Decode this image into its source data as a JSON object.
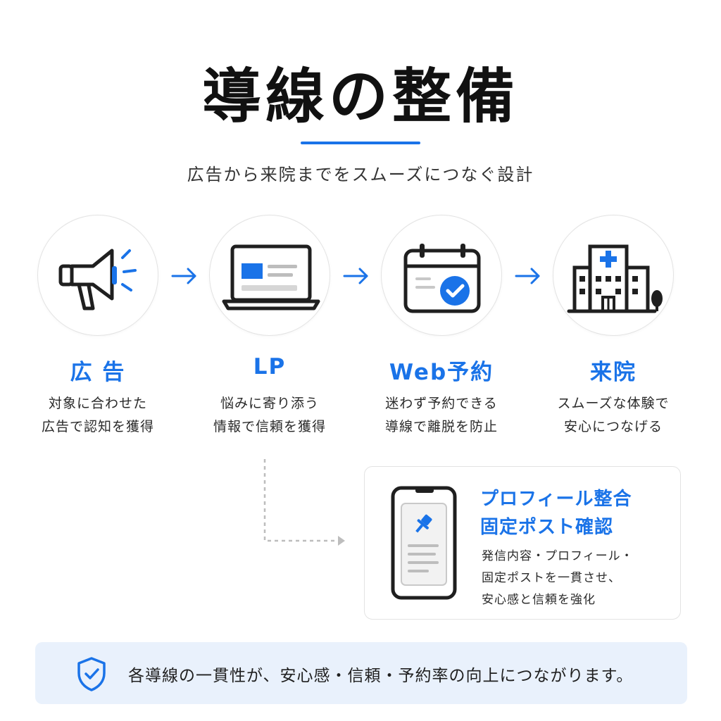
{
  "header": {
    "title": "導線の整備",
    "subtitle": "広告から来院までをスムーズにつなぐ設計"
  },
  "steps": [
    {
      "icon": "megaphone-icon",
      "title": "広 告",
      "desc_line1": "対象に合わせた",
      "desc_line2": "広告で認知を獲得"
    },
    {
      "icon": "laptop-icon",
      "title": "LP",
      "desc_line1": "悩みに寄り添う",
      "desc_line2": "情報で信頼を獲得"
    },
    {
      "icon": "calendar-check-icon",
      "title": "Web予約",
      "desc_line1": "迷わず予約できる",
      "desc_line2": "導線で離脱を防止"
    },
    {
      "icon": "hospital-icon",
      "title": "来院",
      "desc_line1": "スムーズな体験で",
      "desc_line2": "安心につなげる"
    }
  ],
  "profile_card": {
    "icon": "smartphone-pin-icon",
    "title_line1": "プロフィール整合",
    "title_line2": "固定ポスト確認",
    "desc_line1": "発信内容・プロフィール・",
    "desc_line2": "固定ポストを一貫させ、",
    "desc_line3": "安心感と信頼を強化"
  },
  "footer": {
    "icon": "shield-check-icon",
    "text": "各導線の一貫性が、安心感・信頼・予約率の向上につながります。"
  },
  "colors": {
    "accent": "#1a73e8",
    "text": "#1f1f1f",
    "band_bg": "#e9f1fc",
    "border": "#e3e3e3"
  }
}
